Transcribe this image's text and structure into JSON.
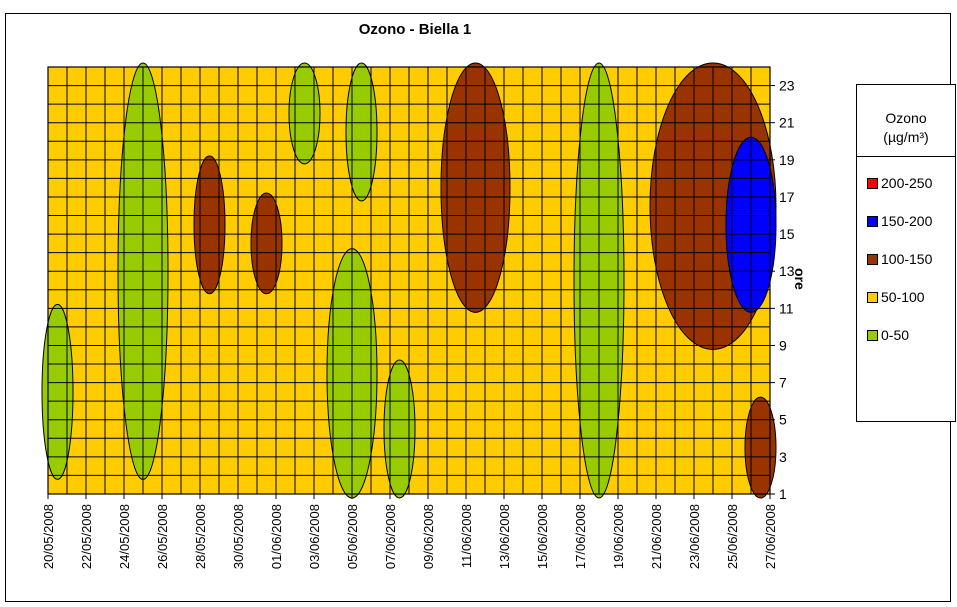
{
  "chart_data": {
    "type": "heatmap",
    "title": "Ozono - Biella 1",
    "xlabel": "",
    "ylabel": "ore",
    "x_tick_labels": [
      "20/05/2008",
      "22/05/2008",
      "24/05/2008",
      "26/05/2008",
      "28/05/2008",
      "30/05/2008",
      "01/06/2008",
      "03/06/2008",
      "05/06/2008",
      "07/06/2008",
      "09/06/2008",
      "11/06/2008",
      "13/06/2008",
      "15/06/2008",
      "17/06/2008",
      "19/06/2008",
      "21/06/2008",
      "23/06/2008",
      "25/06/2008",
      "27/06/2008"
    ],
    "y_tick_labels": [
      "1",
      "3",
      "5",
      "7",
      "9",
      "11",
      "13",
      "15",
      "17",
      "19",
      "21",
      "23"
    ],
    "xlim": [
      "20/05/2008",
      "27/06/2008"
    ],
    "ylim": [
      1,
      24
    ],
    "grid": true,
    "legend": {
      "title_line1": "Ozono",
      "title_line2": "(µg/m³)",
      "position": "right",
      "entries": [
        {
          "label": "200-250",
          "color": "#ff0000"
        },
        {
          "label": "150-200",
          "color": "#0000ff"
        },
        {
          "label": "100-150",
          "color": "#993300"
        },
        {
          "label": "50-100",
          "color": "#ffcc00"
        },
        {
          "label": "0-50",
          "color": "#99cc00"
        }
      ]
    },
    "regions": [
      {
        "class": "0-50",
        "color": "#99cc00",
        "days": [
          "17/06/2008",
          "19/06/2008"
        ],
        "hours": [
          1,
          24
        ]
      },
      {
        "class": "0-50",
        "color": "#99cc00",
        "days": [
          "20/05/2008",
          "21/05/2008"
        ],
        "hours": [
          2,
          11
        ]
      },
      {
        "class": "0-50",
        "color": "#99cc00",
        "days": [
          "24/05/2008",
          "26/05/2008"
        ],
        "hours": [
          2,
          24
        ]
      },
      {
        "class": "0-50",
        "color": "#99cc00",
        "days": [
          "04/06/2008",
          "06/06/2008"
        ],
        "hours": [
          1,
          14
        ]
      },
      {
        "class": "0-50",
        "color": "#99cc00",
        "days": [
          "02/06/2008",
          "03/06/2008"
        ],
        "hours": [
          19,
          24
        ]
      },
      {
        "class": "0-50",
        "color": "#99cc00",
        "days": [
          "05/06/2008",
          "06/06/2008"
        ],
        "hours": [
          17,
          24
        ]
      },
      {
        "class": "0-50",
        "color": "#99cc00",
        "days": [
          "07/06/2008",
          "08/06/2008"
        ],
        "hours": [
          1,
          8
        ]
      },
      {
        "class": "100-150",
        "color": "#993300",
        "days": [
          "10/06/2008",
          "13/06/2008"
        ],
        "hours": [
          11,
          24
        ]
      },
      {
        "class": "100-150",
        "color": "#993300",
        "days": [
          "21/06/2008",
          "27/06/2008"
        ],
        "hours": [
          9,
          24
        ]
      },
      {
        "class": "100-150",
        "color": "#993300",
        "days": [
          "28/05/2008",
          "29/05/2008"
        ],
        "hours": [
          12,
          19
        ]
      },
      {
        "class": "100-150",
        "color": "#993300",
        "days": [
          "31/05/2008",
          "01/06/2008"
        ],
        "hours": [
          12,
          17
        ]
      },
      {
        "class": "100-150",
        "color": "#993300",
        "days": [
          "26/06/2008",
          "27/06/2008"
        ],
        "hours": [
          1,
          6
        ]
      },
      {
        "class": "150-200",
        "color": "#0000ff",
        "days": [
          "25/06/2008",
          "27/06/2008"
        ],
        "hours": [
          11,
          20
        ]
      }
    ]
  }
}
